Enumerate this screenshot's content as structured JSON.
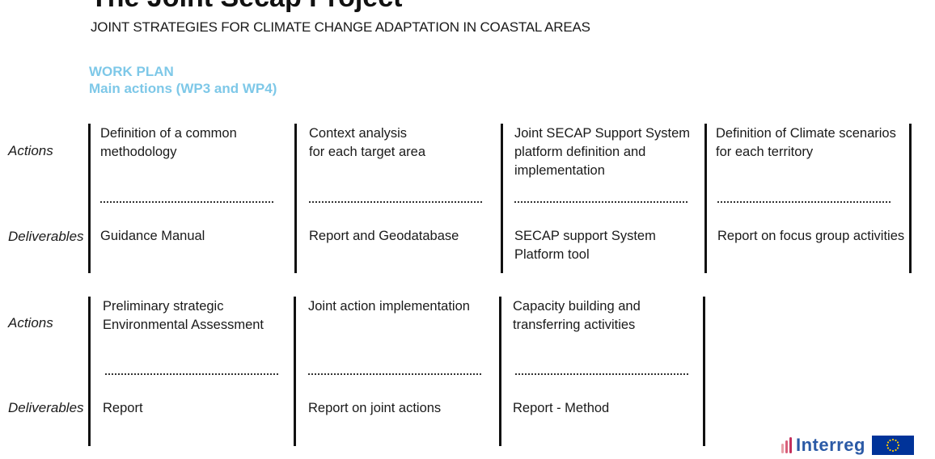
{
  "header": {
    "title": "The Joint Secap Project",
    "subtitle": "JOINT STRATEGIES FOR CLIMATE CHANGE ADAPTATION IN COASTAL AREAS"
  },
  "work_plan": {
    "heading": "WORK PLAN",
    "subheading": "Main actions (WP3 and WP4)"
  },
  "row_labels": {
    "actions": "Actions",
    "deliverables": "Deliverables"
  },
  "block1": {
    "columns": [
      {
        "action_l1": "Definition of a common",
        "action_l2": "methodology",
        "action_l3": "",
        "deliv_l1": "Guidance Manual",
        "deliv_l2": ""
      },
      {
        "action_l1": "Context analysis",
        "action_l2": "for each target area",
        "action_l3": "",
        "deliv_l1": "Report and Geodatabase",
        "deliv_l2": ""
      },
      {
        "action_l1": "Joint SECAP Support System",
        "action_l2": "platform definition and",
        "action_l3": "implementation",
        "deliv_l1": "SECAP support System",
        "deliv_l2": "Platform tool"
      },
      {
        "action_l1": "Definition of Climate scenarios",
        "action_l2": "for each territory",
        "action_l3": "",
        "deliv_l1": "Report on focus group activities",
        "deliv_l2": ""
      }
    ]
  },
  "block2": {
    "columns": [
      {
        "action_l1": "Preliminary strategic",
        "action_l2": "Environmental Assessment",
        "deliv_l1": "Report"
      },
      {
        "action_l1": "Joint action implementation",
        "action_l2": "",
        "deliv_l1": "Report on joint actions"
      },
      {
        "action_l1": "Capacity building and",
        "action_l2": "transferring activities",
        "deliv_l1": "Report - Method"
      }
    ]
  },
  "footer": {
    "logo_text": "Interreg",
    "brand_color": "#2b5aa6",
    "accent_color": "#7ec8e8"
  }
}
